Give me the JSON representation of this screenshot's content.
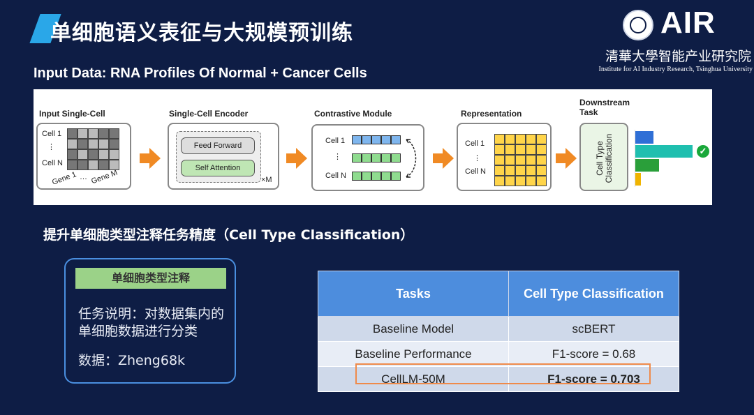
{
  "header": {
    "title": "单细胞语义表征与大规模预训练",
    "logo_text": "AIR",
    "logo_cn": "清華大學智能产业研究院",
    "logo_en": "Institute for AI Industry Research, Tsinghua University"
  },
  "diagram": {
    "input_label": "Input Data: RNA Profiles Of Normal + Cancer Cells",
    "stages": {
      "input": "Input Single-Cell",
      "encoder": "Single-Cell Encoder",
      "contrastive": "Contrastive Module",
      "representation": "Representation",
      "downstream": "Downstream Task"
    },
    "cell1": "Cell 1",
    "celln": "Cell N",
    "dots": "⋮",
    "gene1": "Gene 1",
    "genem": "Gene M",
    "hdots": "…",
    "feed_forward": "Feed Forward",
    "self_attention": "Self Attention",
    "times_m": "×M",
    "downstream_task": "Cell Type Classification"
  },
  "section2": {
    "title": "提升单细胞类型注释任务精度（Cell Type Classification）"
  },
  "card": {
    "header": "单细胞类型注释",
    "desc": "任务说明：对数据集内的单细胞数据进行分类",
    "dataset": "数据：Zheng68k"
  },
  "table": {
    "headers": [
      "Tasks",
      "Cell Type Classification"
    ],
    "rows": [
      [
        "Baseline Model",
        "scBERT"
      ],
      [
        "Baseline Performance",
        "F1-score = 0.68"
      ],
      [
        "CellLM-50M",
        "F1-score = 0.703"
      ]
    ]
  },
  "colors": {
    "background": "#0e1d45",
    "accent": "#2aa7e8",
    "arrow": "#f08a24",
    "table_header": "#4d8ddd",
    "highlight": "#ef8a4a"
  }
}
